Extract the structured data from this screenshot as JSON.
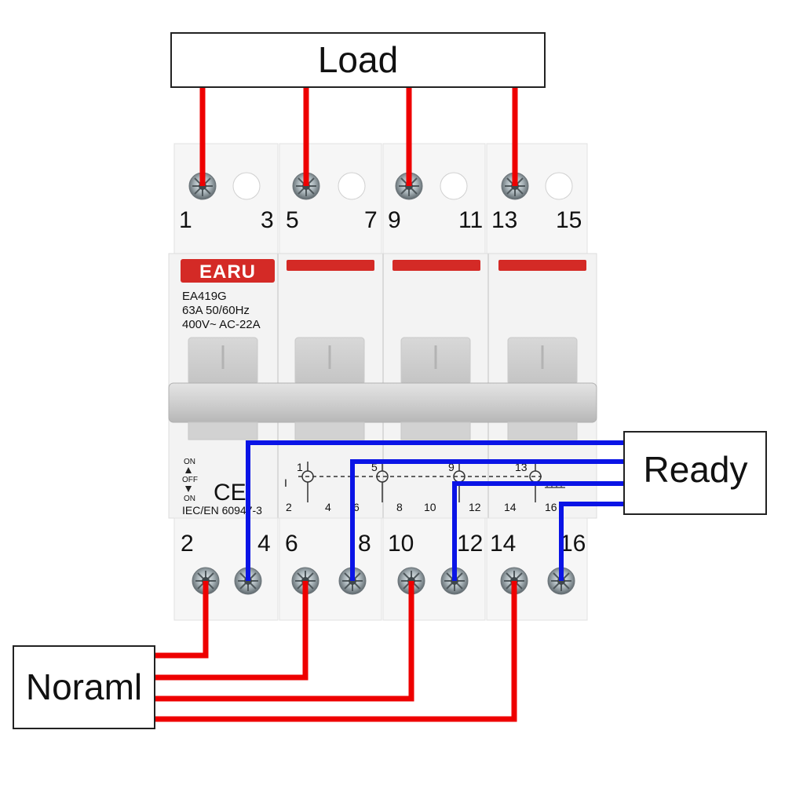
{
  "labels": {
    "load": "Load",
    "ready": "Ready",
    "normal": "Noraml"
  },
  "device": {
    "brand": "EARU",
    "model": "EA419G",
    "rating": "63A 50/60Hz",
    "voltage": "400V~  AC-22A",
    "standard": "IEC/EN 60947-3",
    "ce_mark": "CE",
    "switch_positions": [
      "ON",
      "OFF",
      "ON"
    ]
  },
  "terminals": {
    "top": [
      "1",
      "3",
      "5",
      "7",
      "9",
      "11",
      "13",
      "15"
    ],
    "bottom": [
      "2",
      "4",
      "6",
      "8",
      "10",
      "12",
      "14",
      "16"
    ]
  },
  "schematic": {
    "top": [
      "1",
      "5",
      "9",
      "13"
    ],
    "bottom": [
      "2",
      "4",
      "6",
      "8",
      "10",
      "12",
      "14",
      "16"
    ],
    "roman_one": "I"
  },
  "colors": {
    "normal_load_wire": "#ee0000",
    "ready_wire": "#0a14e6",
    "brand_red": "#d42a26",
    "body": "#f2f2f2"
  },
  "icons": [
    "screw-terminal-icon",
    "ce-mark-icon",
    "ground-symbol-icon",
    "arrow-up-icon",
    "arrow-down-icon"
  ]
}
